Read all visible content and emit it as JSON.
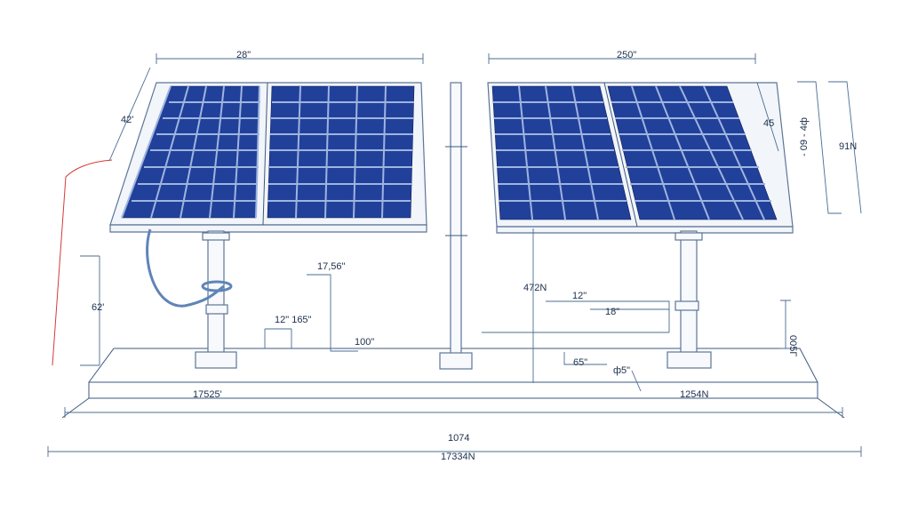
{
  "colors": {
    "cell": "#21409a",
    "cell_stroke": "#101e55",
    "frame": "#f2f5f9",
    "line": "#3d5a80",
    "cable": "#5f84b8",
    "accent_red": "#d53a3a"
  },
  "labels": {
    "top_left_width": "28\"",
    "top_right_width": "250\"",
    "left_tilt": "42'",
    "left_height": "62'",
    "mid_1756": "17,56\"",
    "mid_12_165": "12\" 165\"",
    "mid_100": "100\"",
    "right_472": "472N",
    "right_12": "12\"",
    "right_18": "18\"",
    "right_65": "65\"",
    "right_45_small": "ф5\"",
    "right_45": "45",
    "right_vert_1": "- 09 - 4ф",
    "right_vert_2": "91N",
    "right_vert_3": "005Г",
    "bottom_left": "17525'",
    "bottom_right": "1254N",
    "bottom_total": "1074",
    "bottom_total_2": "17334N"
  }
}
